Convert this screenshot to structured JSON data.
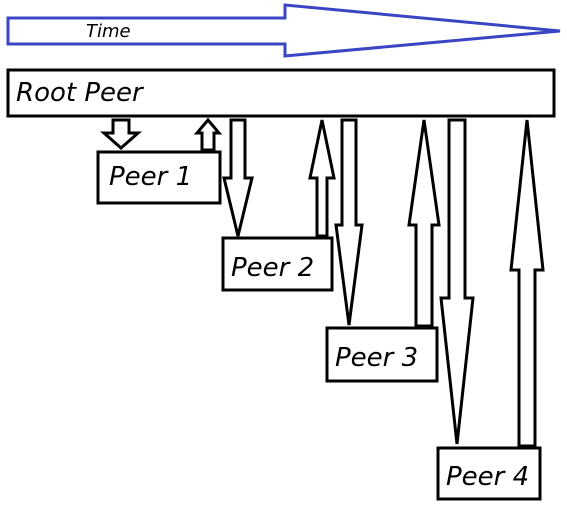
{
  "time_arrow": {
    "label": "Time",
    "color": "#3a45c4"
  },
  "root": {
    "label": "Root Peer"
  },
  "peers": [
    {
      "label": "Peer 1"
    },
    {
      "label": "Peer 2"
    },
    {
      "label": "Peer 3"
    },
    {
      "label": "Peer 4"
    }
  ]
}
